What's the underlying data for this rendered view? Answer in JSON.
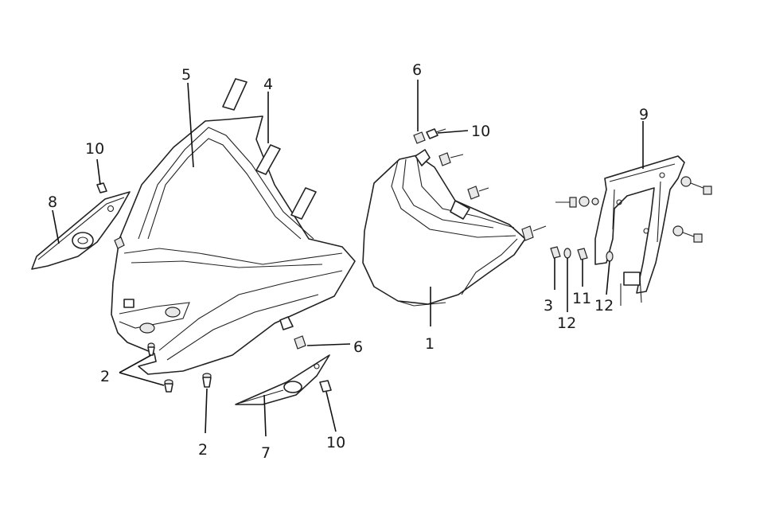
{
  "callouts": {
    "c1": "1",
    "c2a": "2",
    "c2b": "2",
    "c3": "3",
    "c4": "4",
    "c5": "5",
    "c6a": "6",
    "c6b": "6",
    "c7": "7",
    "c8": "8",
    "c9": "9",
    "c10a": "10",
    "c10b": "10",
    "c10c": "10",
    "c11": "11",
    "c12a": "12",
    "c12b": "12"
  }
}
